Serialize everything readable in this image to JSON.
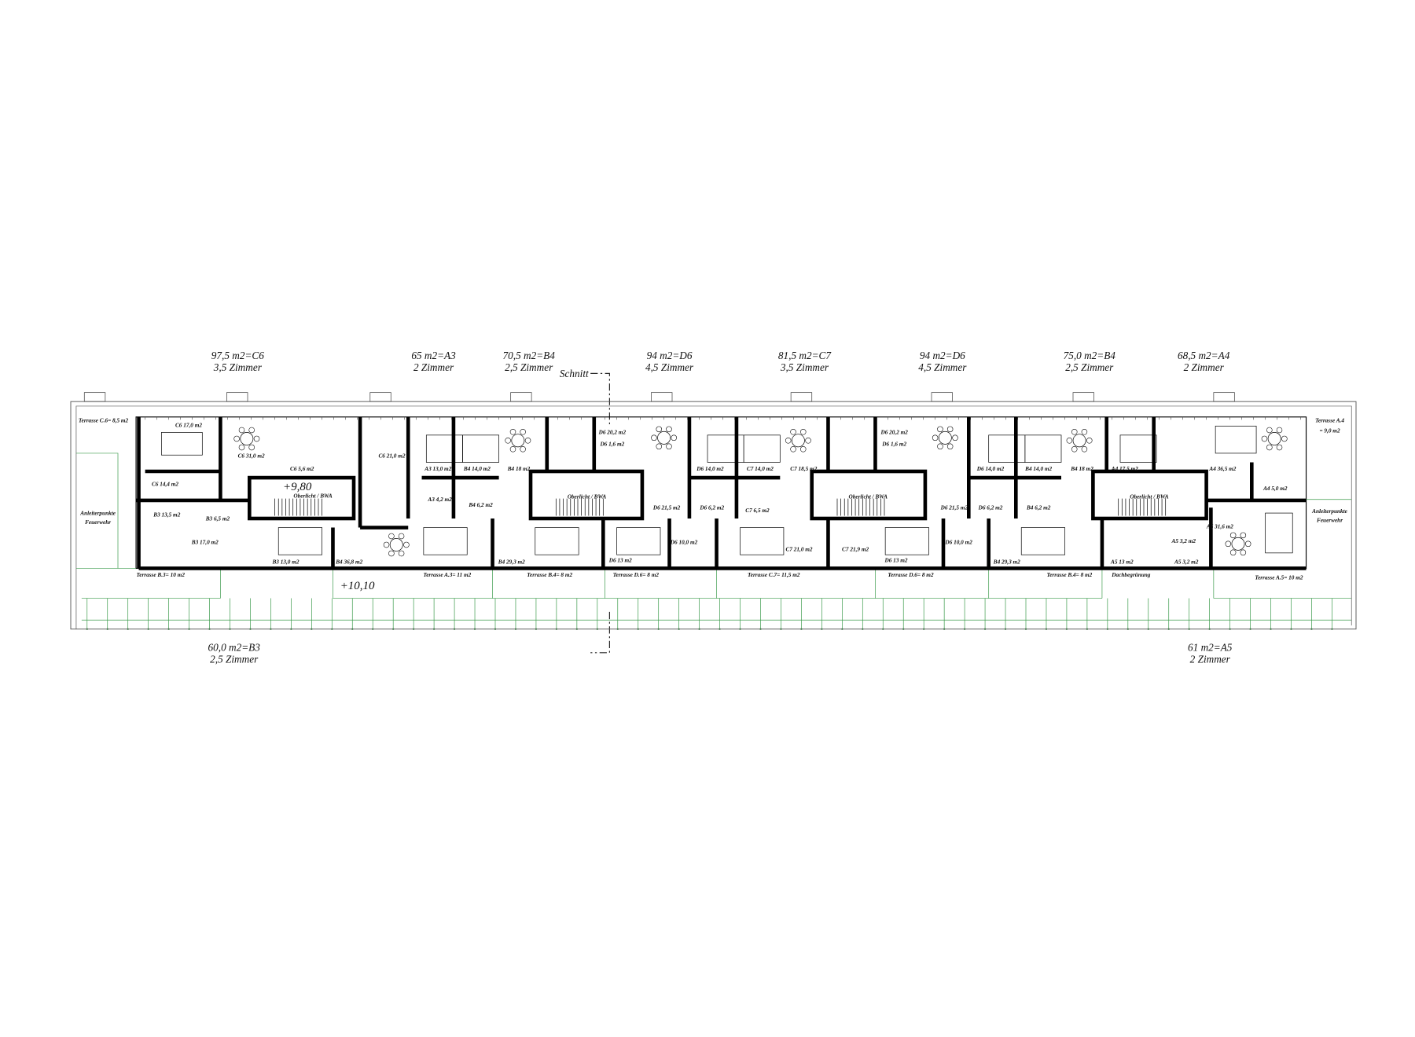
{
  "colors": {
    "wall": "#000000",
    "line": "#555555",
    "green": "#3a9a4a",
    "background": "#ffffff"
  },
  "section_marker": "Schnitt",
  "units_top": [
    {
      "area": "97,5 m2=C6",
      "rooms": "3,5 Zimmer"
    },
    {
      "area": "65 m2=A3",
      "rooms": "2 Zimmer"
    },
    {
      "area": "70,5 m2=B4",
      "rooms": "2,5 Zimmer"
    },
    {
      "area": "94 m2=D6",
      "rooms": "4,5 Zimmer"
    },
    {
      "area": "81,5 m2=C7",
      "rooms": "3,5 Zimmer"
    },
    {
      "area": "94 m2=D6",
      "rooms": "4,5 Zimmer"
    },
    {
      "area": "75,0 m2=B4",
      "rooms": "2,5 Zimmer"
    },
    {
      "area": "68,5 m2=A4",
      "rooms": "2 Zimmer"
    }
  ],
  "units_bottom": [
    {
      "area": "60,0 m2=B3",
      "rooms": "2,5 Zimmer"
    },
    {
      "area": "61 m2=A5",
      "rooms": "2 Zimmer"
    }
  ],
  "levels": [
    "+9,80",
    "+10,10"
  ],
  "skylight_label": "Oberlicht / BWA",
  "rooms": [
    "Terrasse C.6= 8,5 m2",
    "C6 17,0 m2",
    "C6 31,0 m2",
    "C6 5,6 m2",
    "C6 21,0 m2",
    "A3 13,0 m2",
    "B4 14,0 m2",
    "B4 18 m2",
    "C6 14,4 m2",
    "D6 20,2 m2",
    "D6 1,6 m2",
    "D6 14,0 m2",
    "C7 14,0 m2",
    "C7 18,5 m2",
    "D6 20,2 m2",
    "D6 1,6 m2",
    "D6 14,0 m2",
    "B4 14,0 m2",
    "B4 18 m2",
    "A4 17,5 m2",
    "A4 36,5 m2",
    "A4 5,0 m2",
    "Terrasse A.4",
    "= 9,0 m2",
    "A3 4,2 m2",
    "B4 6,2 m2",
    "B3 13,5 m2",
    "B3 6,5 m2",
    "D6 21,5 m2",
    "D6 6,2 m2",
    "C7 6,5 m2",
    "D6 21,5 m2",
    "D6 6,2 m2",
    "B4 6,2 m2",
    "A5 31,6 m2",
    "Anleiterpunkte",
    "Feuerwehr",
    "Anleiterpunkte",
    "Feuerwehr",
    "B3 17,0 m2",
    "D6 10,0 m2",
    "C7 21,0 m2",
    "C7 21,9 m2",
    "D6 10,0 m2",
    "A5 3,2 m2",
    "B3 13,0 m2",
    "B4 36,8 m2",
    "B4 29,3 m2",
    "D6 13 m2",
    "D6 13 m2",
    "B4 29,3 m2",
    "A5 13 m2",
    "A5 3,2 m2",
    "Terrasse B.3= 10 m2",
    "Terrasse A.3= 11 m2",
    "Terrasse B.4= 8 m2",
    "Terrasse D.6= 8 m2",
    "Terrasse C.7= 11,5 m2",
    "Terrasse D.6= 8 m2",
    "Terrasse B.4= 8 m2",
    "Dachbegrünung",
    "Terrasse A.5= 10 m2"
  ]
}
